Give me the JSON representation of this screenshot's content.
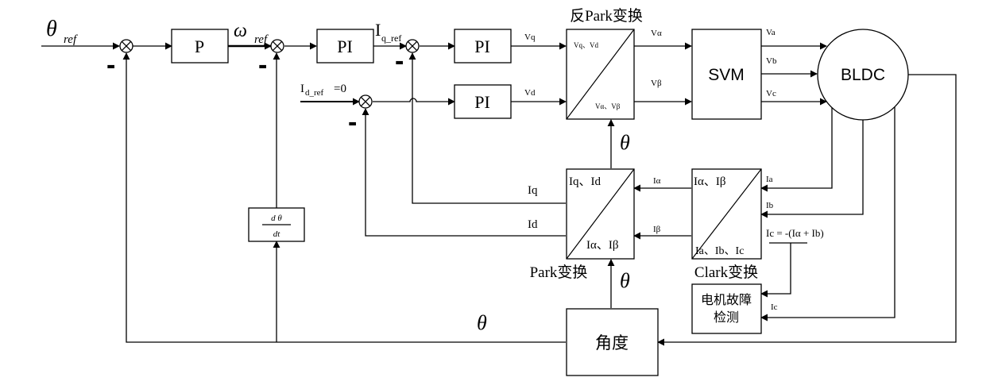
{
  "inputs": {
    "theta_ref_sym": "θ",
    "theta_ref_sub": "ref",
    "omega_ref_sym": "ω",
    "omega_ref_sub": "ref",
    "iq_ref": "I",
    "iq_ref_sub": "q_ref",
    "id_ref": "I",
    "id_ref_sub": "d_ref",
    "id_ref_value": "=0"
  },
  "signs": {
    "minus": "-"
  },
  "blocks": {
    "p": "P",
    "pi_speed": "PI",
    "pi_q": "PI",
    "pi_d": "PI",
    "svm": "SVM",
    "bldc": "BLDC",
    "angle": "角度",
    "fault_line1": "电机故障",
    "fault_line2": "检测",
    "deriv_num": "d θ",
    "deriv_den": "dt"
  },
  "transforms": {
    "inv_park_title": "反Park变换",
    "inv_park_in": "Vq、Vd",
    "inv_park_out": "Vα、Vβ",
    "park_title": "Park变换",
    "park_out": "Iq、Id",
    "park_in": "Iα、Iβ",
    "clark_title": "Clark变换",
    "clark_out": "Iα、Iβ",
    "clark_in": "Ia、Ib、Ic"
  },
  "signals": {
    "vq": "Vq",
    "vd": "Vd",
    "valpha": "Vα",
    "vbeta": "Vβ",
    "va": "Va",
    "vb": "Vb",
    "vc": "Vc",
    "ia": "Ia",
    "ib": "Ib",
    "ic_eq": "Ic = -(Iα + Ib)",
    "ialpha": "Iα",
    "ibeta": "Iβ",
    "iq": "Iq",
    "id": "Id",
    "ic_fault": "Ic",
    "theta": "θ"
  }
}
